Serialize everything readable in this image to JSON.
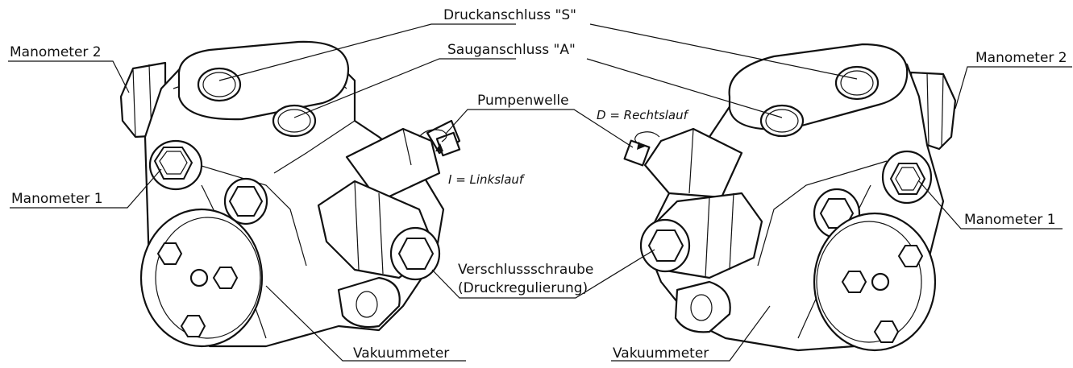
{
  "labels": {
    "druckanschluss": "Druckanschluss \"S\"",
    "sauganschluss": "Sauganschluss \"A\"",
    "manometer2_left": "Manometer 2",
    "manometer2_right": "Manometer 2",
    "manometer1_left": "Manometer 1",
    "manometer1_right": "Manometer 1",
    "pumpenwelle": "Pumpenwelle",
    "rechtslauf": "D = Rechtslauf",
    "linkslauf": "I = Linkslauf",
    "verschluss_line1": "Verschlussschraube",
    "verschluss_line2": "(Druckregulierung)",
    "vakuum_left": "Vakuummeter",
    "vakuum_right": "Vakuummeter"
  }
}
